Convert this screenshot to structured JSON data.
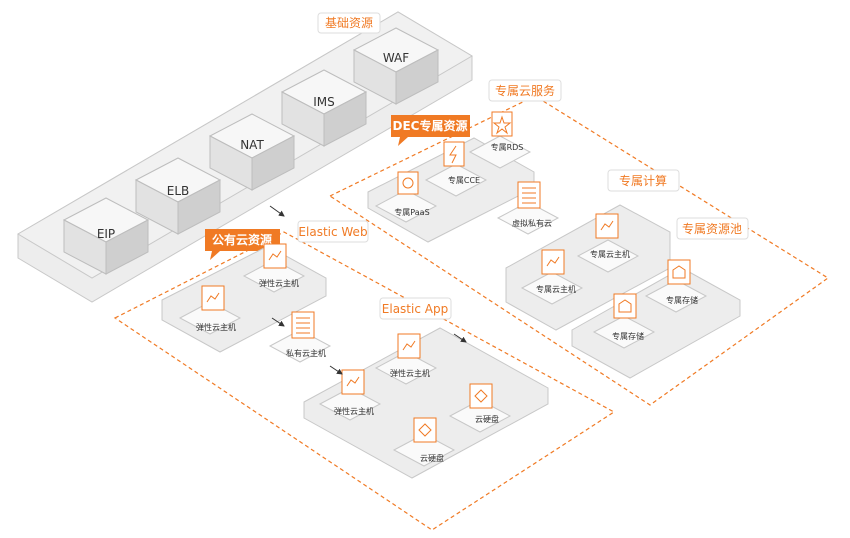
{
  "colors": {
    "accent": "#f07a24",
    "panel_fill": "#ededed",
    "panel_stroke": "#c8c8c8",
    "box_top": "#f7f7f7",
    "box_left": "#e2e2e2",
    "box_right": "#cfcfcf"
  },
  "base_resources": {
    "title": "基础资源",
    "items": [
      "EIP",
      "ELB",
      "NAT",
      "IMS",
      "WAF"
    ]
  },
  "dec": {
    "zone_title": "专属云服务",
    "tag": "DEC专属资源",
    "items": {
      "paas": "专属PaaS",
      "cce": "专属CCE",
      "rds": "专属RDS",
      "vpc": "虚拟私有云"
    }
  },
  "dedicated_compute": {
    "title": "专属计算",
    "items": [
      "专属云主机",
      "专属云主机"
    ]
  },
  "dedicated_pool": {
    "title": "专属资源池",
    "items": [
      "专属存储",
      "专属存储"
    ]
  },
  "public": {
    "tag": "公有云资源",
    "elastic_web": {
      "title": "Elastic Web",
      "items": [
        "弹性云主机",
        "弹性云主机"
      ]
    },
    "private_host": "私有云主机",
    "elastic_app": {
      "title": "Elastic App",
      "items": [
        "弹性云主机",
        "弹性云主机",
        "云硬盘",
        "云硬盘"
      ]
    }
  }
}
